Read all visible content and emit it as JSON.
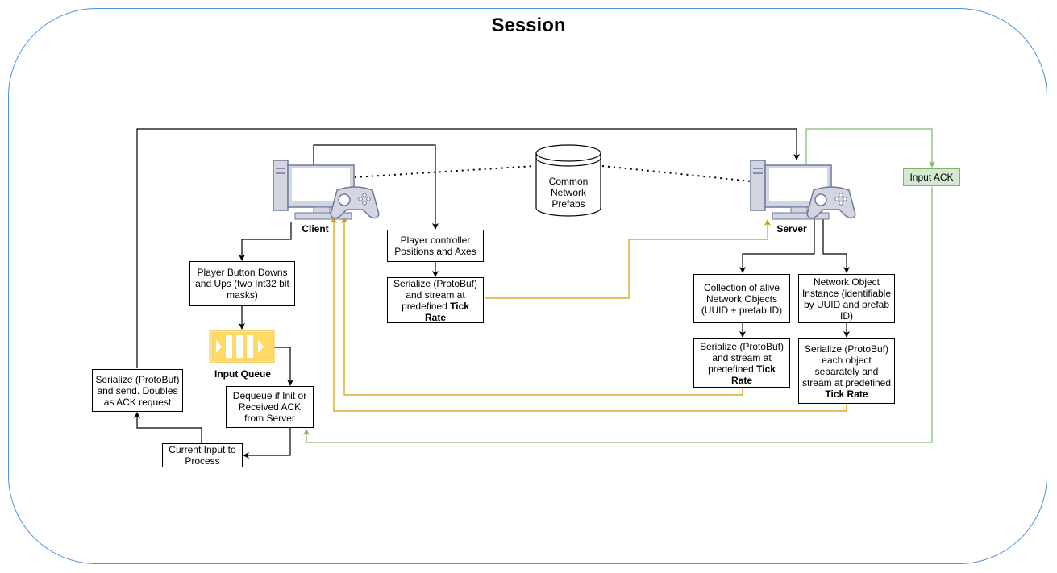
{
  "title": "Session",
  "nodes": {
    "client": "Client",
    "server": "Server",
    "database": "Common Network Prefabs",
    "player_button": "Player Button Downs and Ups (two Int32 bit masks)",
    "input_queue": "Input Queue",
    "dequeue": "Dequeue if Init or Received ACK from Server",
    "current_input": "Current Input to Process",
    "serialize_send": "Serialize (ProtoBuf) and send. Doubles as ACK request",
    "player_controller": "Player controller Positions and Axes",
    "serialize_tick_client_prefix": "Serialize (ProtoBuf) and stream at predefined",
    "tick_rate": "Tick Rate",
    "collection": "Collection of alive Network Objects (UUID + prefab ID)",
    "serialize_tick_server_prefix": "Serialize (ProtoBuf) and stream at predefined",
    "network_object": "Network Object Instance (identifiable by UUID and prefab ID)",
    "serialize_each_prefix": "Serialize (ProtoBuf) each object separately  and stream at predefined",
    "input_ack": "Input ACK"
  },
  "colors": {
    "frame": "#4a90e2",
    "orange_arrow": "#d79b00",
    "green_arrow": "#82b366",
    "ack_fill": "#d5e8d4",
    "queue_fill": "#ffe599"
  },
  "icons": [
    "computer-icon",
    "gamepad-icon",
    "queue-icon",
    "database-icon"
  ]
}
